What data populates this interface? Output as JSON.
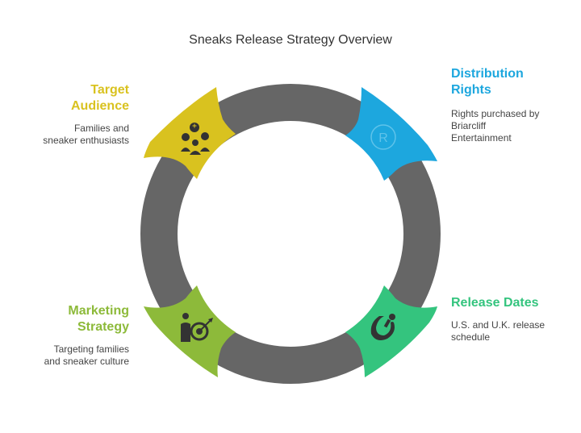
{
  "title": "Sneaks Release Strategy Overview",
  "colors": {
    "ring": "#666666",
    "target": "#D9C21F",
    "distribution": "#1DA7DE",
    "release": "#34C47E",
    "marketing": "#8DBA3A"
  },
  "stages": [
    {
      "key": "target",
      "title_line1": "Target",
      "title_line2": "Audience",
      "desc_line1": "Families and",
      "desc_line2": "sneaker enthusiasts",
      "icon": "people-icon"
    },
    {
      "key": "distribution",
      "title_line1": "Distribution",
      "title_line2": "Rights",
      "desc_line1": "Rights purchased by",
      "desc_line2": "Briarcliff",
      "desc_line3": "Entertainment",
      "icon": "registered-icon"
    },
    {
      "key": "release",
      "title_line1": "Release Dates",
      "desc_line1": "U.S. and U.K. release",
      "desc_line2": "schedule",
      "icon": "release-icon"
    },
    {
      "key": "marketing",
      "title_line1": "Marketing",
      "title_line2": "Strategy",
      "desc_line1": "Targeting families",
      "desc_line2": "and sneaker culture",
      "icon": "target-marketing-icon"
    }
  ]
}
